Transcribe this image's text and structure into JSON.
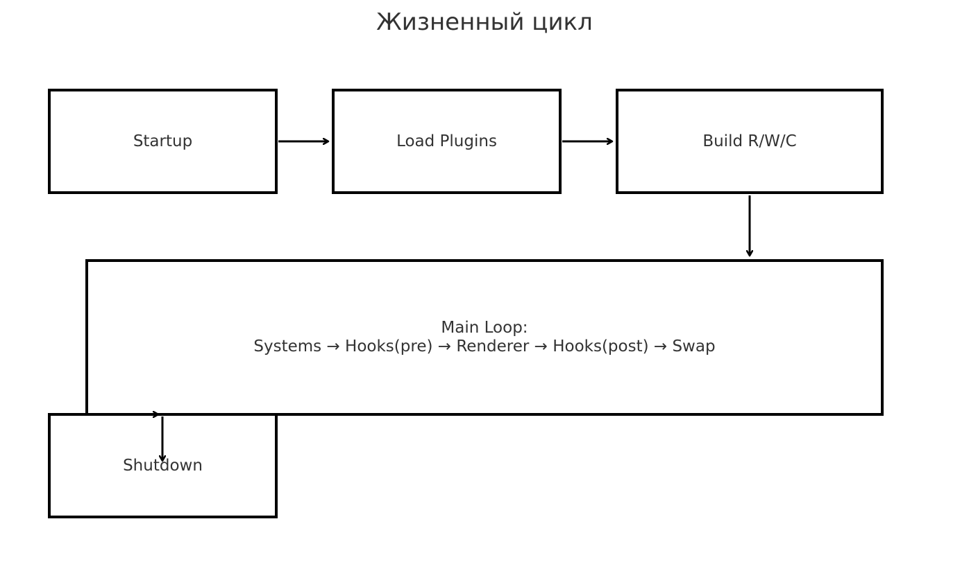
{
  "title": "Жизненный цикл",
  "nodes": {
    "startup": "Startup",
    "load_plugins": "Load Plugins",
    "build": "Build R/W/C",
    "main_loop_line1": "Main Loop:",
    "main_loop_line2": "Systems → Hooks(pre) → Renderer → Hooks(post) → Swap",
    "shutdown": "Shutdown"
  },
  "edges": [
    {
      "from": "Startup",
      "to": "Load Plugins"
    },
    {
      "from": "Load Plugins",
      "to": "Build R/W/C"
    },
    {
      "from": "Build R/W/C",
      "to": "Main Loop"
    },
    {
      "from": "Main Loop",
      "to": "Shutdown"
    }
  ]
}
